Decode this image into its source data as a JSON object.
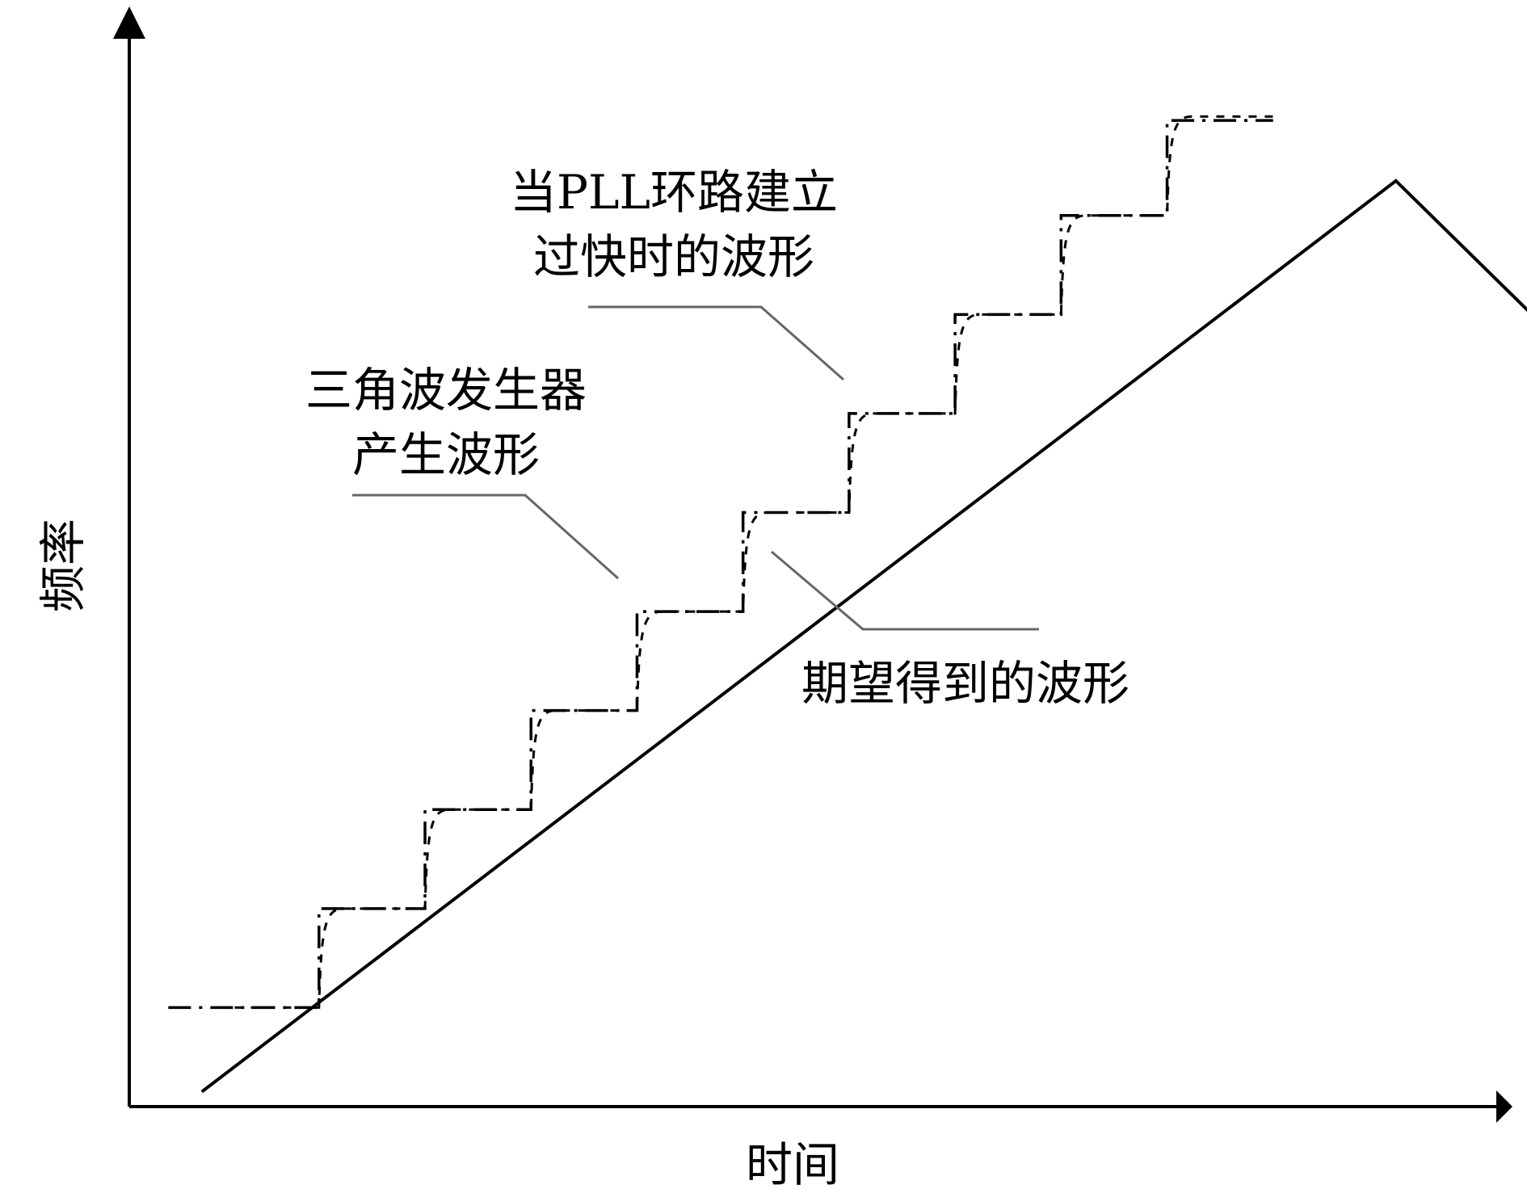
{
  "chart_data": {
    "type": "line",
    "xlabel": "时间",
    "ylabel": "频率",
    "grid": false,
    "legend": "none",
    "annotations": [
      {
        "id": "pll",
        "lines": [
          "当PLL环路建立",
          "过快时的波形"
        ]
      },
      {
        "id": "tri",
        "lines": [
          "三角波发生器",
          "产生波形"
        ]
      },
      {
        "id": "ideal",
        "lines": [
          "期望得到的波形"
        ]
      }
    ],
    "series": [
      {
        "x": [
          0.3,
          11.0,
          12.4
        ],
        "y": [
          0.15,
          9.35,
          7.8
        ],
        "style": "solid"
      },
      {
        "x": [
          0.0,
          0.45,
          1.35,
          1.35,
          2.3,
          2.3,
          3.25,
          3.25,
          4.2,
          4.2,
          5.15,
          5.15,
          6.1,
          6.1,
          7.05,
          7.05,
          8.0,
          8.0,
          8.95,
          8.95,
          9.9
        ],
        "y": [
          1.0,
          1.0,
          1.0,
          2.0,
          2.0,
          3.0,
          3.0,
          4.0,
          4.0,
          5.0,
          5.0,
          6.0,
          6.0,
          7.0,
          7.0,
          8.0,
          8.0,
          9.0,
          9.0,
          9.96,
          9.96
        ],
        "style": "step"
      },
      {
        "steps_x": [
          1.35,
          2.3,
          3.25,
          4.2,
          5.15,
          6.1,
          7.05,
          8.0,
          8.95
        ],
        "start_y": 1.0,
        "step_height": 1.0,
        "end_x": 9.9,
        "style": "dashed"
      }
    ],
    "xlim": [
      -0.35,
      11.9
    ],
    "ylim": [
      0.0,
      10.85
    ]
  },
  "colors": {
    "lines": "#000000",
    "leaders": "#666666"
  }
}
